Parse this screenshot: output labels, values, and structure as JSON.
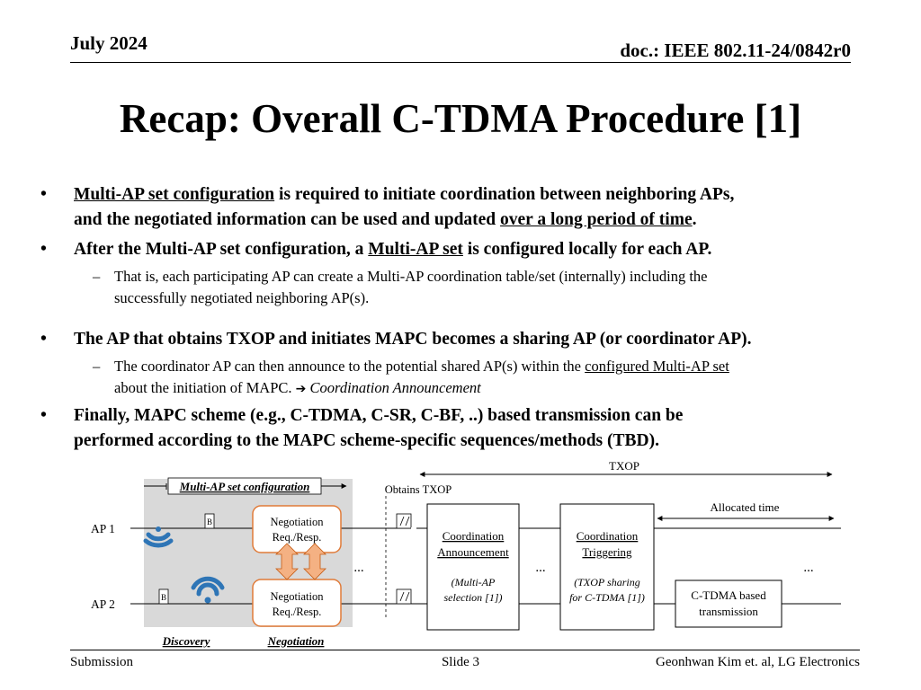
{
  "header": {
    "date": "July 2024",
    "doc_id": "doc.: IEEE 802.11-24/0842r0"
  },
  "title": "Recap: Overall C-TDMA Procedure [1]",
  "bullets": {
    "b1": {
      "u1": "Multi-AP set configuration",
      "t1": " is required to initiate coordination between neighboring APs,",
      "t2": "and the negotiated information can be used and updated ",
      "u2": "over a long period of time",
      "t3": "."
    },
    "b2": {
      "t1": "After the Multi-AP set configuration, a ",
      "u1": "Multi-AP set",
      "t2": " is configured locally for each AP."
    },
    "b2_sub": {
      "l1": "That is, each participating AP can create a Multi-AP coordination table/set (internally) including the",
      "l2": "successfully negotiated neighboring AP(s)."
    },
    "b3": {
      "t1": "The AP that obtains TXOP and initiates MAPC becomes a sharing AP (or coordinator AP)."
    },
    "b3_sub": {
      "t1": "The coordinator AP can then announce to the potential shared AP(s) within the ",
      "u1": "configured Multi-AP set",
      "t2": "about the initiation of MAPC. ",
      "arrow": "➔",
      "em": "Coordination Announcement"
    },
    "b4": {
      "l1": "Finally, MAPC scheme (e.g., C-TDMA, C-SR, C-BF, ..) based transmission can be",
      "l2": "performed according to the MAPC scheme-specific sequences/methods (TBD)."
    },
    "bullet_char": "•",
    "dash_char": "–"
  },
  "diagram": {
    "multi_ap_config": "Multi-AP set configuration",
    "txop": "TXOP",
    "obtains_txop": "Obtains TXOP",
    "ap1": "AP 1",
    "ap2": "AP 2",
    "beacon": "B",
    "neg_line1": "Negotiation",
    "neg_line2": "Req./Resp.",
    "coord_ann_1": "Coordination",
    "coord_ann_2": "Announcement",
    "coord_ann_3": "(Multi-AP",
    "coord_ann_4": "selection [1])",
    "coord_trig_1": "Coordination",
    "coord_trig_2": "Triggering",
    "coord_trig_3": "(TXOP sharing",
    "coord_trig_4": "for C-TDMA [1])",
    "allocated_time": "Allocated time",
    "ctdma_1": "C-TDMA based",
    "ctdma_2": "transmission",
    "ellipsis": "...",
    "discovery": "Discovery",
    "negotiation": "Negotiation",
    "colors": {
      "shade": "#d9d9d9",
      "neg_border": "#e07b39",
      "arrow_fill": "#f4b183",
      "icon": "#2e75b6"
    }
  },
  "footer": {
    "left": "Submission",
    "center": "Slide 3",
    "right": "Geonhwan Kim et. al, LG Electronics"
  }
}
